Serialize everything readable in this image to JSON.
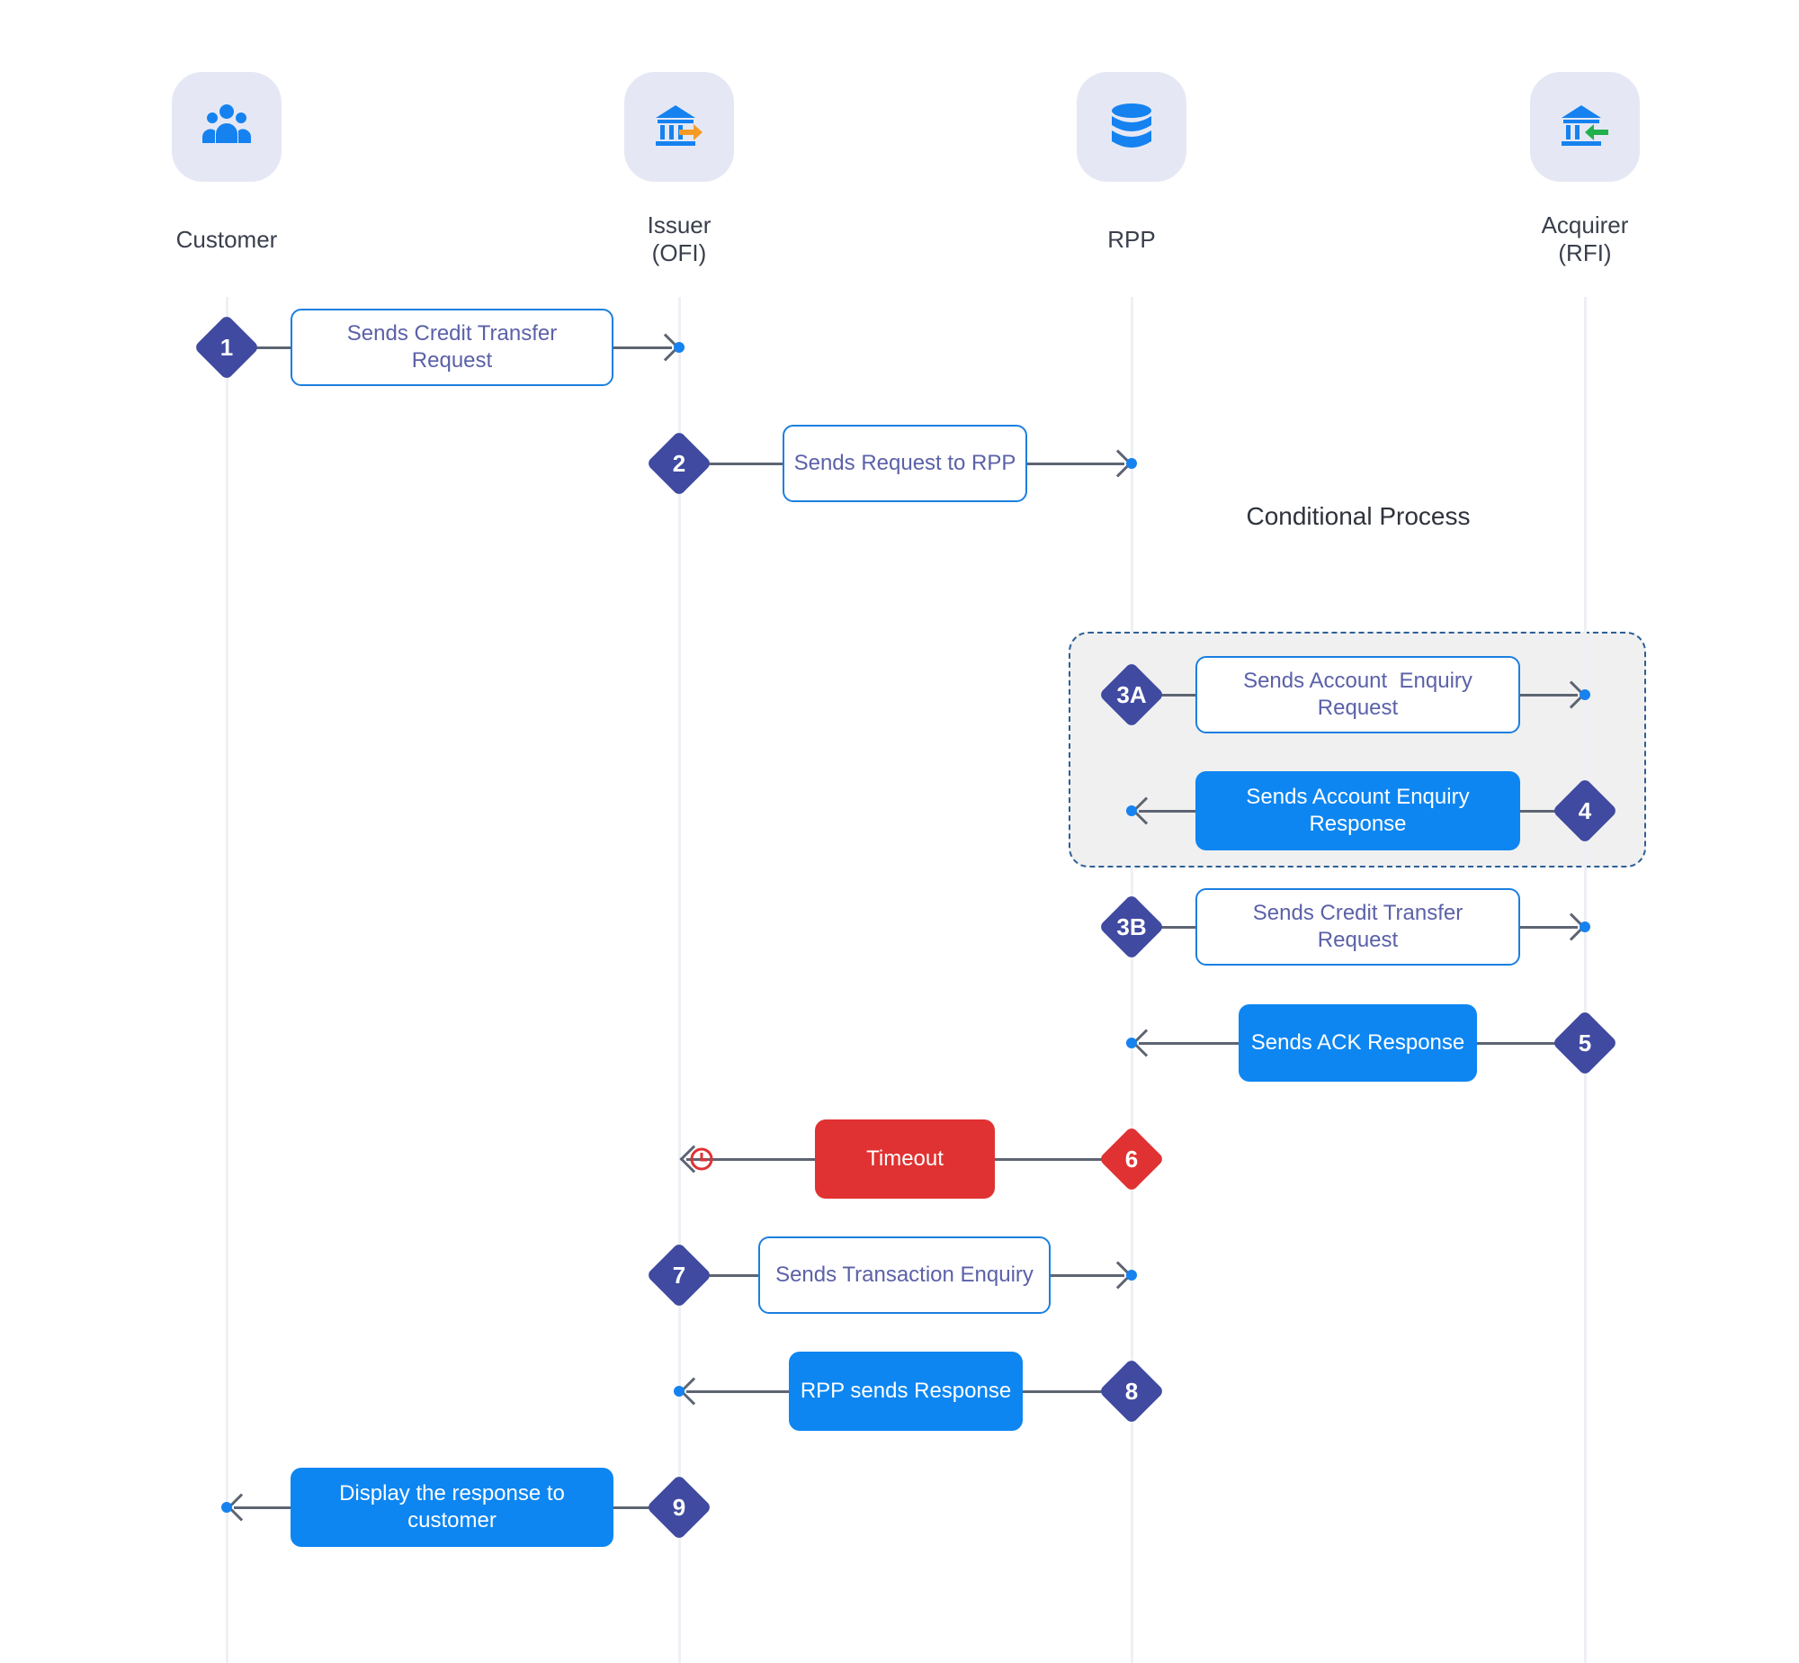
{
  "actors": [
    {
      "id": "customer",
      "label_lines": [
        "Customer"
      ],
      "icon": "people-icon"
    },
    {
      "id": "issuer",
      "label_lines": [
        "Issuer",
        "(OFI)"
      ],
      "icon": "bank-outgoing-icon"
    },
    {
      "id": "rpp",
      "label_lines": [
        "RPP"
      ],
      "icon": "database-icon"
    },
    {
      "id": "acquirer",
      "label_lines": [
        "Acquirer",
        "(RFI)"
      ],
      "icon": "bank-incoming-icon"
    }
  ],
  "group": {
    "title": "Conditional Process",
    "from_step": "3A",
    "to_step": "4"
  },
  "steps": [
    {
      "id": "1",
      "from": "customer",
      "to": "issuer",
      "style": "outline",
      "lines": [
        "Sends Credit Transfer",
        "Request"
      ]
    },
    {
      "id": "2",
      "from": "issuer",
      "to": "rpp",
      "style": "outline",
      "lines": [
        "Sends Request to RPP"
      ]
    },
    {
      "id": "3A",
      "from": "rpp",
      "to": "acquirer",
      "style": "outline",
      "lines": [
        "Sends Account  Enquiry",
        "Request"
      ]
    },
    {
      "id": "4",
      "from": "acquirer",
      "to": "rpp",
      "style": "filled",
      "lines": [
        "Sends Account Enquiry",
        "Response"
      ]
    },
    {
      "id": "3B",
      "from": "rpp",
      "to": "acquirer",
      "style": "outline",
      "lines": [
        "Sends Credit Transfer",
        "Request"
      ]
    },
    {
      "id": "5",
      "from": "acquirer",
      "to": "rpp",
      "style": "filled",
      "lines": [
        "Sends ACK Response"
      ]
    },
    {
      "id": "6",
      "from": "rpp",
      "to": "issuer",
      "style": "alert",
      "lines": [
        "Timeout"
      ],
      "end": "clock-icon"
    },
    {
      "id": "7",
      "from": "issuer",
      "to": "rpp",
      "style": "outline",
      "lines": [
        "Sends Transaction Enquiry"
      ]
    },
    {
      "id": "8",
      "from": "rpp",
      "to": "issuer",
      "style": "filled",
      "lines": [
        "RPP sends Response"
      ]
    },
    {
      "id": "9",
      "from": "issuer",
      "to": "customer",
      "style": "filled",
      "lines": [
        "Display the response to",
        "customer"
      ]
    }
  ],
  "colors": {
    "badge": "#3f4aa0",
    "alert": "#e03232",
    "primary": "#0d86f2",
    "outline_text": "#5b61a8",
    "connector": "#5d6472",
    "tile": "#e5e8f4",
    "group_border": "#2c5f97",
    "orange_arrow": "#f59a23",
    "green_arrow": "#22b04b"
  }
}
